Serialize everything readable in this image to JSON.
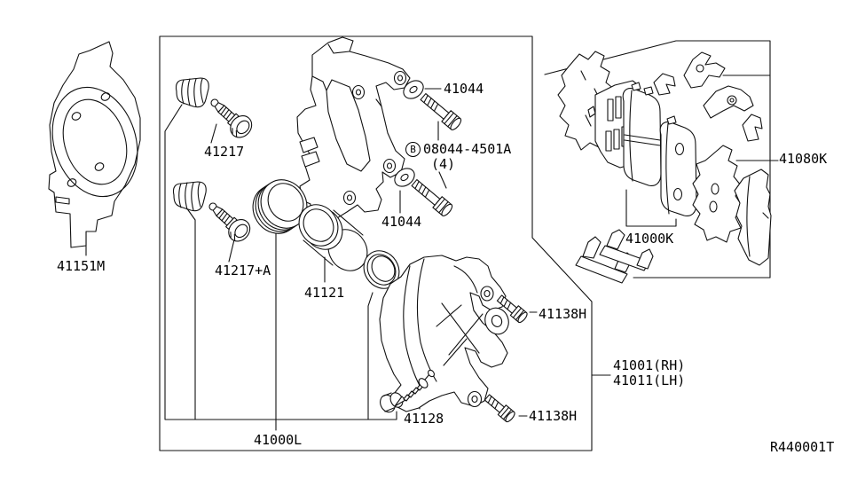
{
  "page": {
    "background": "#ffffff",
    "line_color": "#111111"
  },
  "diagram": {
    "ref_code": "R440001T",
    "parts": {
      "splash_shield": "41151M",
      "guide_pin_upper": "41217",
      "guide_pin_lower": "41217+A",
      "piston": "41121",
      "washer_upper": "41044",
      "washer_lower": "41044",
      "mount_bolt_prefix": "B",
      "mount_bolt": "08044-4501A",
      "mount_bolt_qty": "(4)",
      "seal_kit": "41000L",
      "bleeder_screw": "41128",
      "pin_bolt_upper": "41138H",
      "pin_bolt_lower": "41138H",
      "caliper_rh": "41001(RH)",
      "caliper_lh": "41011(LH)",
      "pad_kit": "41000K",
      "hardware_kit": "41080K"
    }
  }
}
